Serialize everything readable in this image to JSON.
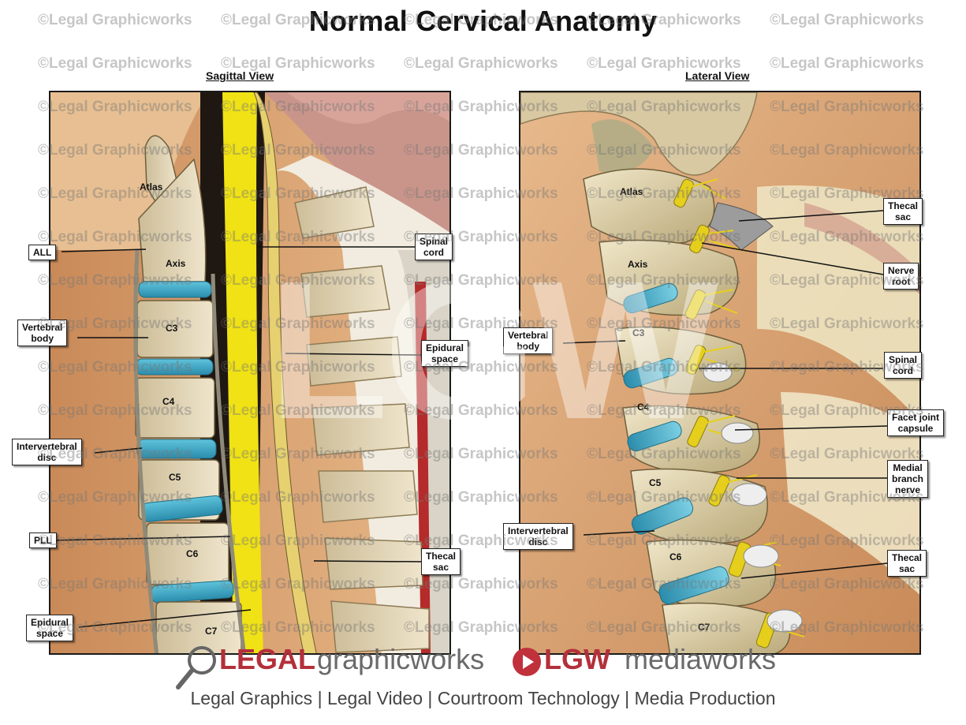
{
  "title": "Normal Cervical Anatomy",
  "views": {
    "sagittal": "Sagittal View",
    "lateral": "Lateral View"
  },
  "left_labels": {
    "atlas": "Atlas",
    "axis": "Axis",
    "c3": "C3",
    "c4": "C4",
    "c5": "C5",
    "c6": "C6",
    "c7": "C7"
  },
  "left_callouts": {
    "all": "ALL",
    "vertebral_body": "Vertebral\nbody",
    "intervertebral_disc": "Intervertebral\ndisc",
    "pll": "PLL",
    "epidural_space_left": "Epidural\nspace",
    "spinal_cord": "Spinal\ncord",
    "epidural_space_right": "Epidural\nspace",
    "thecal_sac": "Thecal\nsac"
  },
  "right_labels": {
    "atlas": "Atlas",
    "axis": "Axis",
    "c3": "C3",
    "c4": "C4",
    "c5": "C5",
    "c6": "C6",
    "c7": "C7"
  },
  "right_callouts": {
    "vertebral_body": "Vertebral\nbody",
    "intervertebral_disc": "Intervertebral\ndisc",
    "thecal_sac_top": "Thecal\nsac",
    "nerve_root": "Nerve\nroot",
    "spinal_cord": "Spinal\ncord",
    "facet_joint_capsule": "Facet joint\ncapsule",
    "medial_branch_nerve": "Medial\nbranch\nnerve",
    "thecal_sac_bottom": "Thecal\nsac"
  },
  "watermark": "©Legal Graphicworks",
  "logo": {
    "legal": "LEGAL",
    "graphicworks": "graphicworks",
    "lgw": "LGW",
    "mediaworks": "mediaworks",
    "big_letters": "LGW"
  },
  "tagline": "Legal Graphics | Legal Video | Courtroom Technology | Media Production",
  "colors": {
    "bone": "#e3d6b8",
    "disc": "#3fa9c4",
    "spinal_cord": "#f0e214",
    "skin": "#d9a06f",
    "ligament": "#b9b3a0",
    "nerve": "#e6cf1c"
  }
}
